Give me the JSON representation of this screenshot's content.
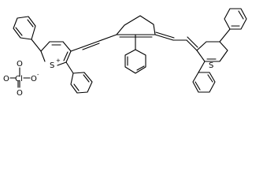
{
  "structure": {
    "atoms": {
      "s1": "S",
      "s2": "S",
      "o_top": "O",
      "o_left": "O",
      "o_right": "O",
      "o_bottom": "O",
      "cl": "Cl"
    },
    "charges": {
      "sulfonium": "+",
      "perchlorate": "-"
    }
  },
  "colors": {
    "ink": "#000000",
    "background": "#ffffff"
  }
}
